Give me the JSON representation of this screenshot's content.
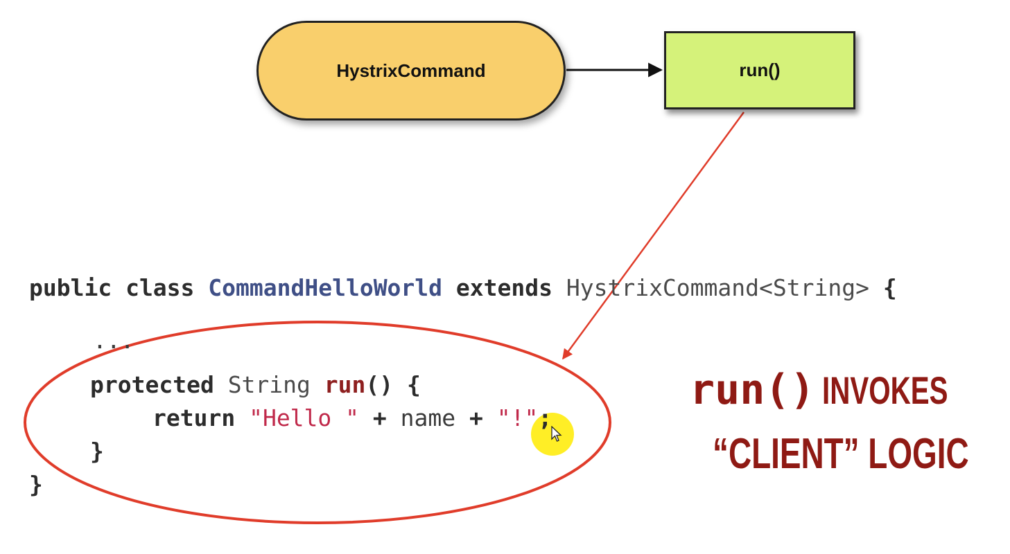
{
  "nodes": {
    "command": "HystrixCommand",
    "run": "run()"
  },
  "code": {
    "line1": {
      "kw": "public class ",
      "cls": "CommandHelloWorld",
      "ext": " extends ",
      "typ": "HystrixCommand<String>",
      "brace": " {"
    },
    "line2": "...",
    "line3": {
      "kw": "protected ",
      "typ": "String ",
      "meth": "run",
      "rest": "() {"
    },
    "line4": {
      "kw": "return ",
      "str1": "\"Hello \"",
      "plus1": " + ",
      "name": "name",
      "plus2": " + ",
      "str2": "\"!\"",
      "end": ";"
    },
    "line5": "}",
    "line6": "}"
  },
  "caption": {
    "mono": "run()",
    "word": "INVOKES",
    "line2": "“CLIENT” LOGIC"
  },
  "colors": {
    "command_fill": "#f9cf6c",
    "run_fill": "#d5f27a",
    "annotation": "#e03c2a",
    "caption": "#8f1a14"
  },
  "icons": [
    "mouse-cursor-icon"
  ]
}
